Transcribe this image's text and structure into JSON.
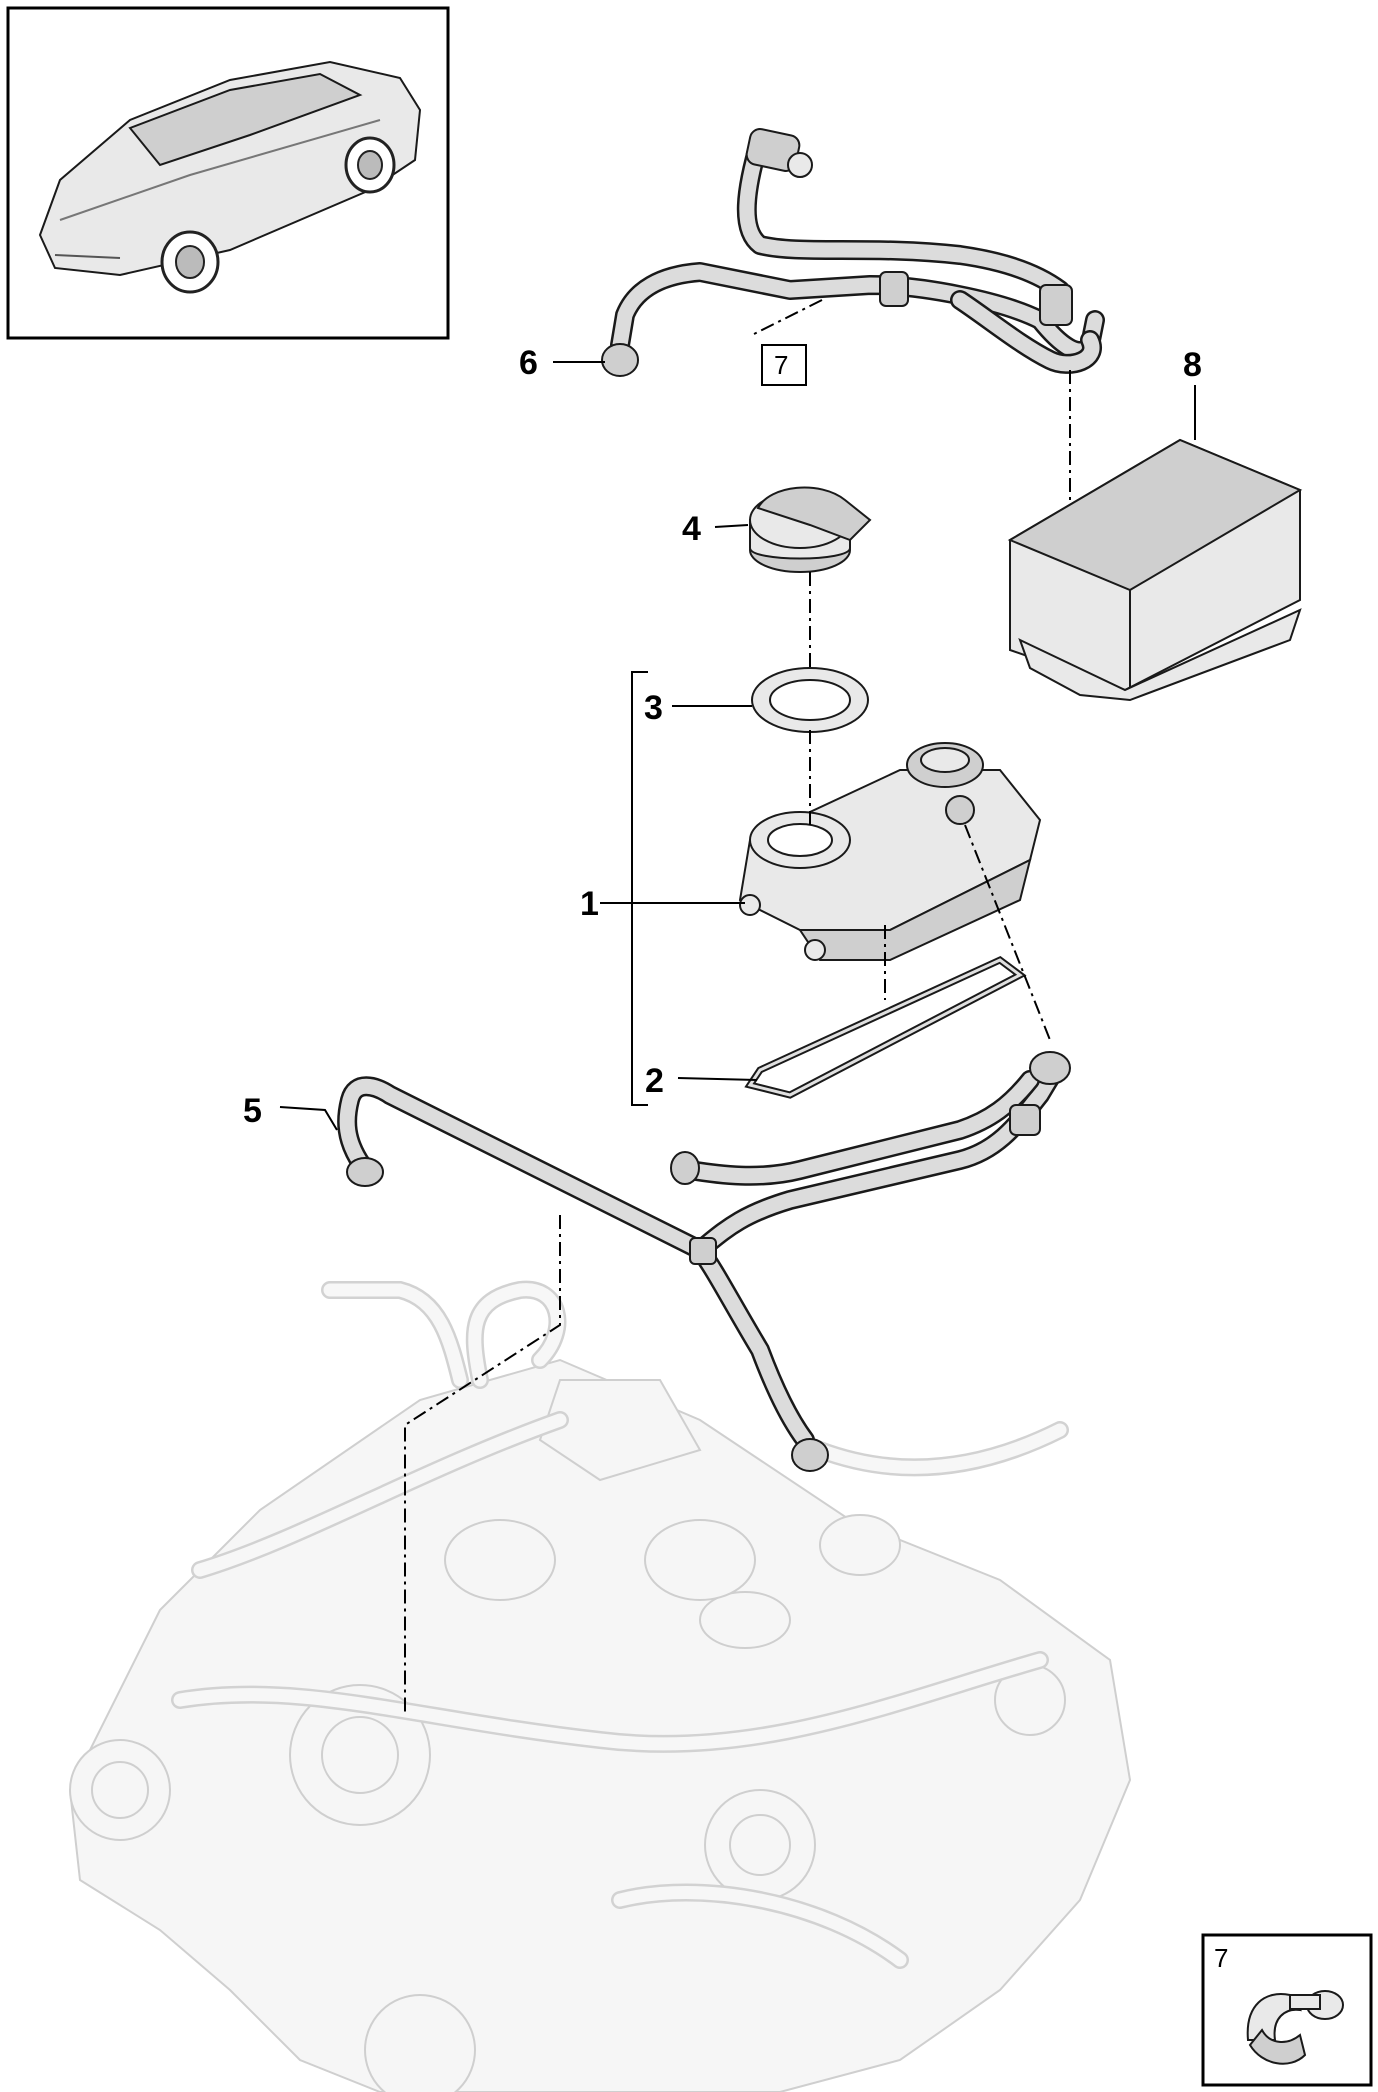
{
  "callouts": {
    "c1": "1",
    "c2": "2",
    "c3": "3",
    "c4": "4",
    "c5": "5",
    "c6": "6",
    "c7": "7",
    "c8": "8"
  },
  "detail_box_label": "7",
  "icons": [
    "vehicle-thumbnail",
    "clip-detail"
  ]
}
